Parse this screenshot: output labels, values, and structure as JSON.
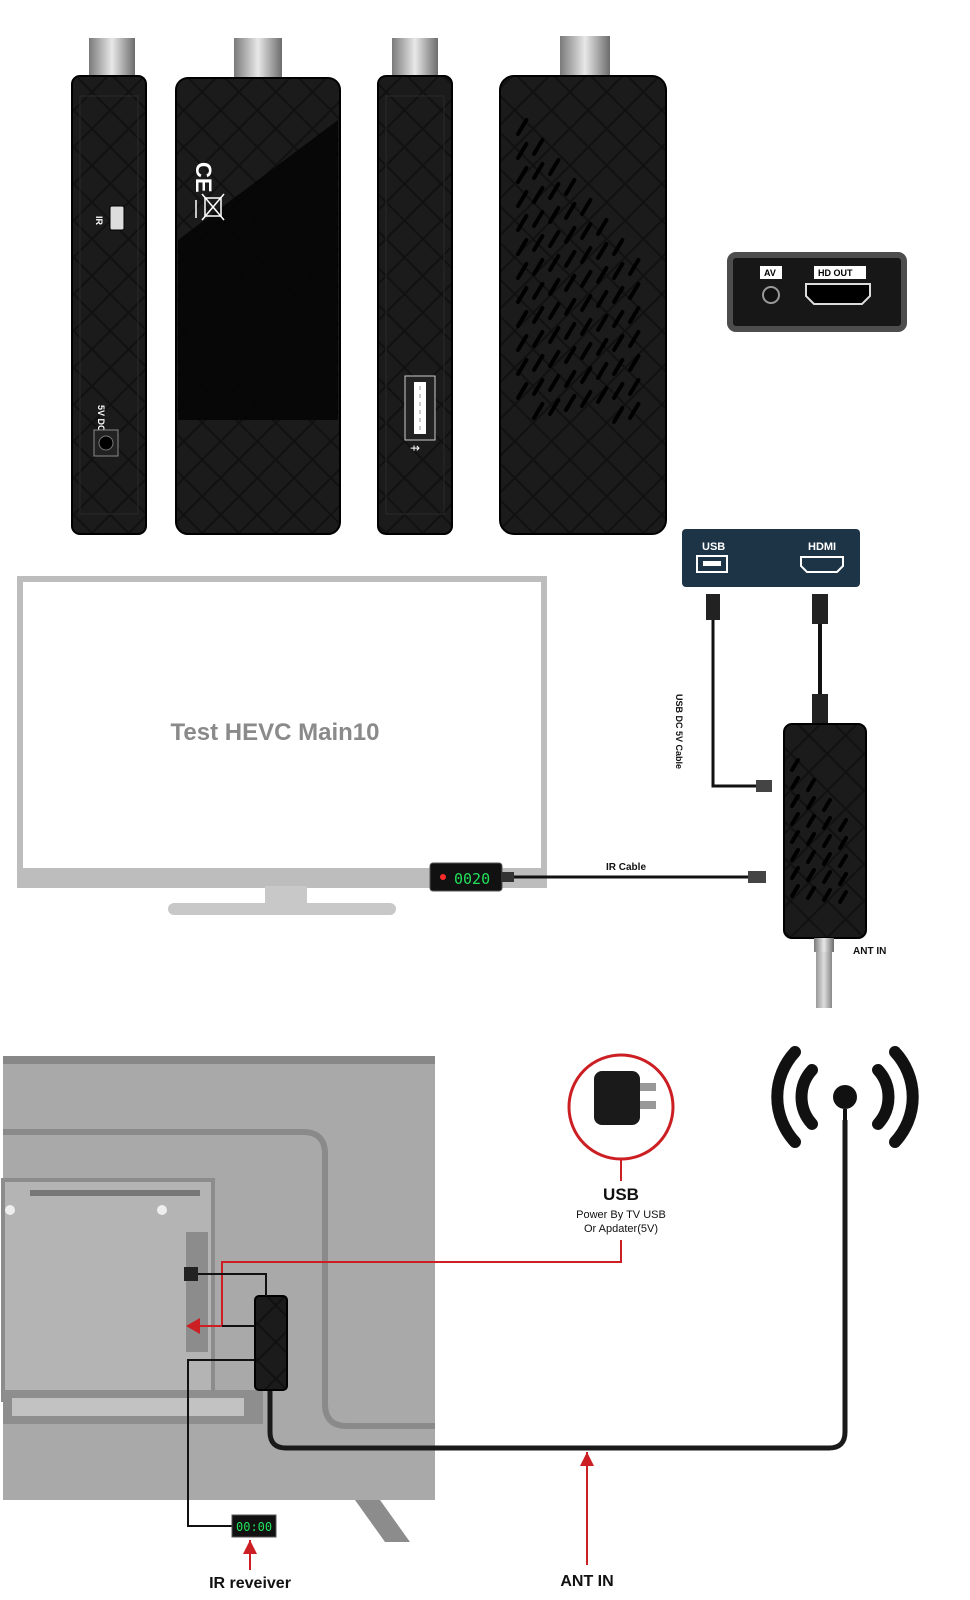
{
  "product_views": {
    "side_left": {
      "ports": {
        "ir": "IR",
        "dc": "5V DC"
      }
    },
    "front": {
      "marks": [
        "CE",
        "WEEE"
      ]
    },
    "side_right": {
      "ports": {
        "usb": "USB"
      }
    },
    "back": {},
    "end_cap": {
      "av": "AV",
      "hd_out": "HD OUT"
    }
  },
  "setup_diagram": {
    "tv_screen_text": "Test HEVC Main10",
    "ir_display": "0020",
    "port_panel": {
      "usb": "USB",
      "hdmi": "HDMI"
    },
    "usb_cable_label": "USB DC 5V Cable",
    "ir_cable_label": "IR Cable",
    "ant_in_label": "ANT IN"
  },
  "installation_diagram": {
    "usb_title": "USB",
    "usb_power_line1": "Power By TV USB",
    "usb_power_line2": "Or Apdater(5V)",
    "ir_display": "00:00",
    "ir_receiver_label": "IR reveiver",
    "ant_in_label": "ANT IN"
  },
  "colors": {
    "device_black": "#0d0d0d",
    "tv_gray": "#a9a9a9",
    "panel_navy": "#1d3447",
    "callout_red": "#cc1f24",
    "led_green": "#22e05a"
  }
}
